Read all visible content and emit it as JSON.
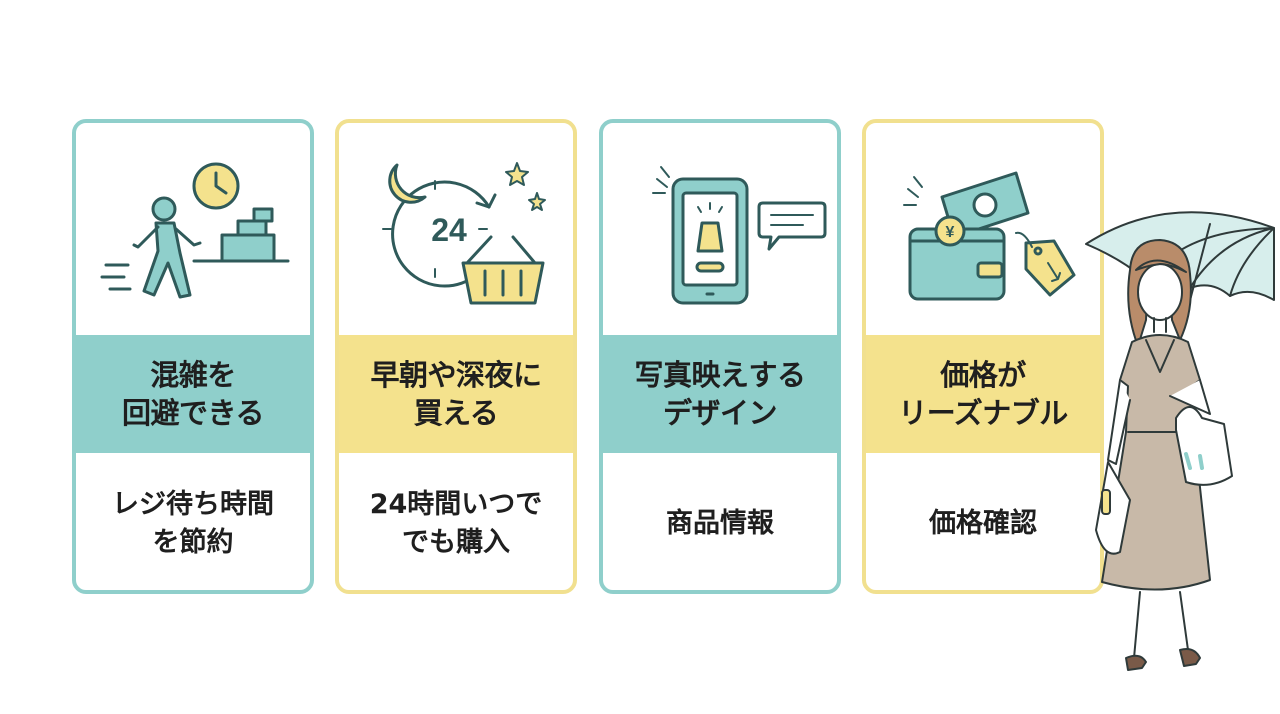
{
  "cards": [
    {
      "theme": "teal",
      "icon": "person-walking-to-register-icon",
      "title": [
        "混雑を",
        "回避できる"
      ],
      "desc": [
        "レジ待ち時間",
        "を節約"
      ]
    },
    {
      "theme": "yellow",
      "icon": "24-hour-clock-basket-icon",
      "icon_text": "24",
      "title": [
        "早朝や深夜に",
        "買える"
      ],
      "desc": [
        "24時間いつで",
        "でも購入"
      ]
    },
    {
      "theme": "teal",
      "icon": "smartphone-product-icon",
      "title": [
        "写真映えする",
        "デザイン"
      ],
      "desc": [
        "商品情報"
      ]
    },
    {
      "theme": "yellow",
      "icon": "wallet-money-tag-icon",
      "icon_text": "¥",
      "title": [
        "価格が",
        "リーズナブル"
      ],
      "desc": [
        "価格確認"
      ]
    }
  ],
  "colors": {
    "teal": "#8fcfcb",
    "yellow": "#f4e28d",
    "line": "#2f5a5a"
  }
}
